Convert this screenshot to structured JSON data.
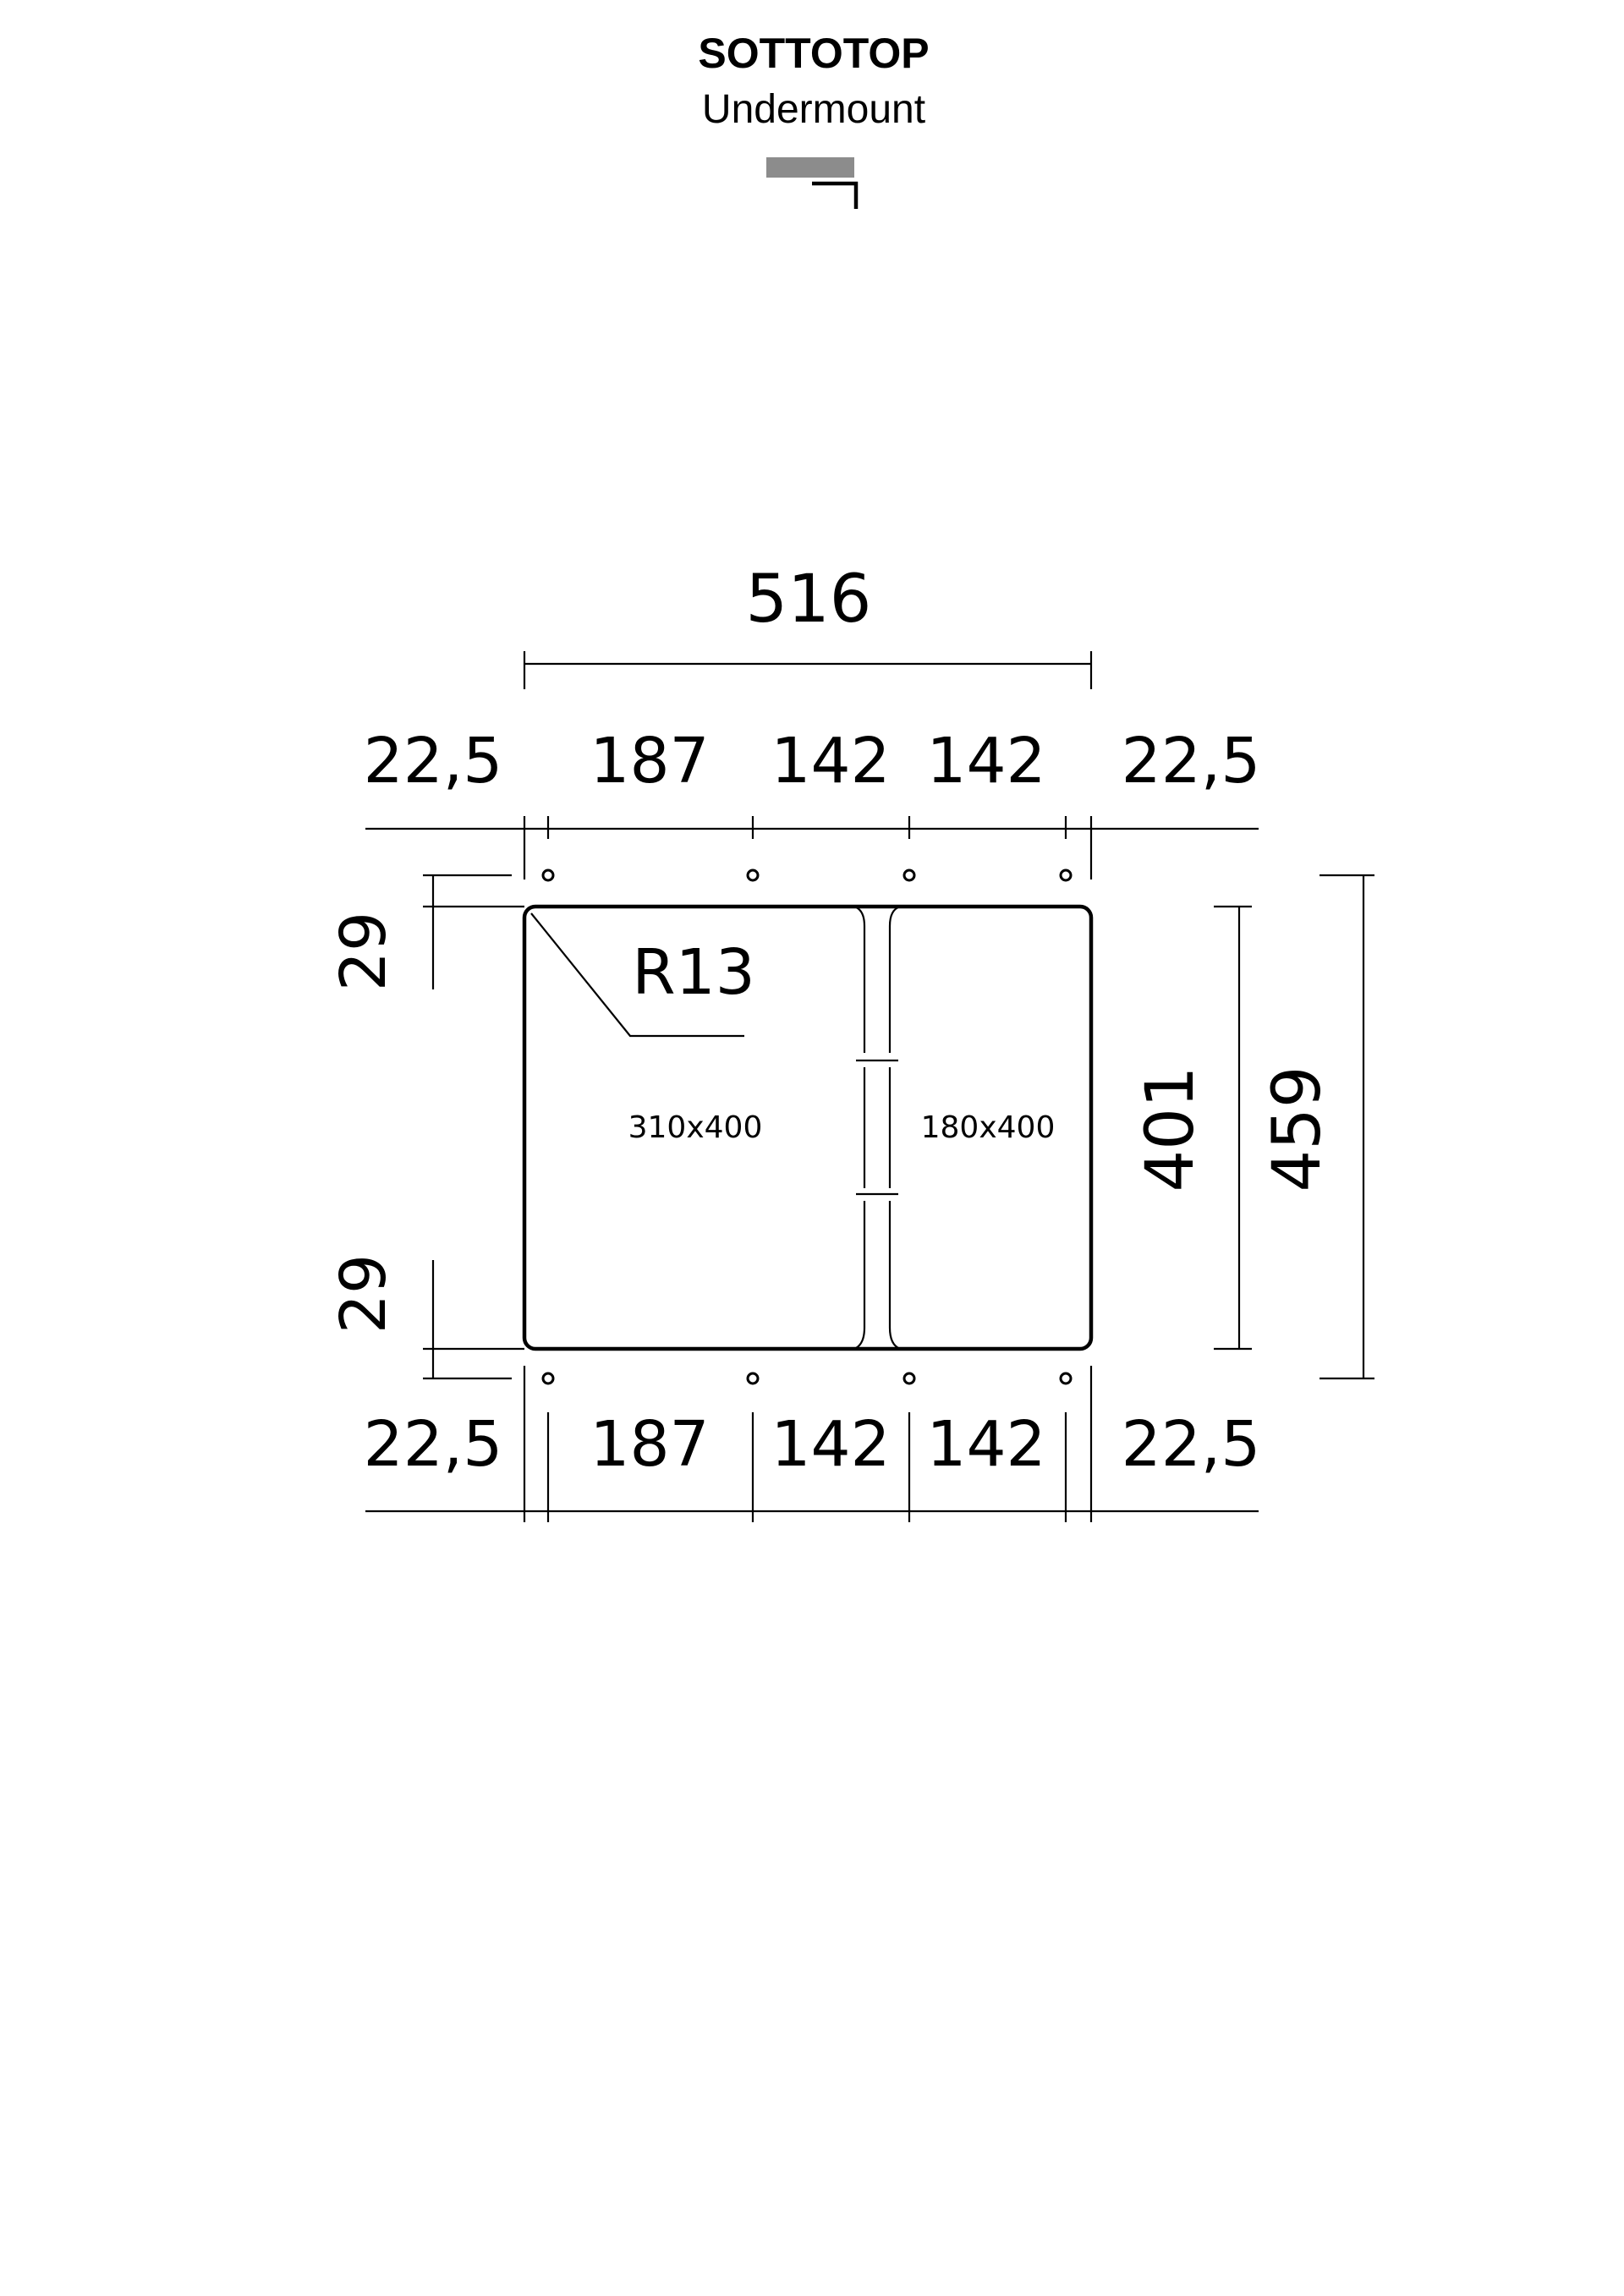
{
  "header": {
    "title": "SOTTOTOP",
    "subtitle": "Undermount",
    "install_icon": "undermount-install-icon",
    "icon_fill_color": "#8c8c8c"
  },
  "dimensions": {
    "overall_width": "516",
    "overall_depth": "459",
    "bowl_depth": "401",
    "corner_radius": "R13",
    "top_segments": [
      "22,5",
      "187",
      "142",
      "142",
      "22,5"
    ],
    "bottom_segments": [
      "22,5",
      "187",
      "142",
      "142",
      "22,5"
    ],
    "left_top_offset": "29",
    "left_bottom_offset": "29"
  },
  "bowls": {
    "left": "310x400",
    "right": "180x400"
  }
}
